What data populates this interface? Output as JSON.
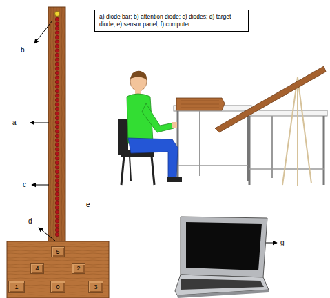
{
  "diagram": {
    "nodes": [
      {
        "text": [
          "a) diode bar; b) attention diode; c) diodes; d) target diode; e) sensor panel; f) computer"
        ]
      },
      {
        "text": [
          "5"
        ]
      },
      {
        "text": [
          "4"
        ]
      },
      {
        "text": [
          "2"
        ]
      },
      {
        "text": [
          "1"
        ]
      },
      {
        "text": [
          "0"
        ]
      },
      {
        "text": [
          "3"
        ]
      }
    ],
    "edges": [],
    "labels": [
      "b",
      "a",
      "c",
      "e",
      "d",
      "g"
    ]
  }
}
